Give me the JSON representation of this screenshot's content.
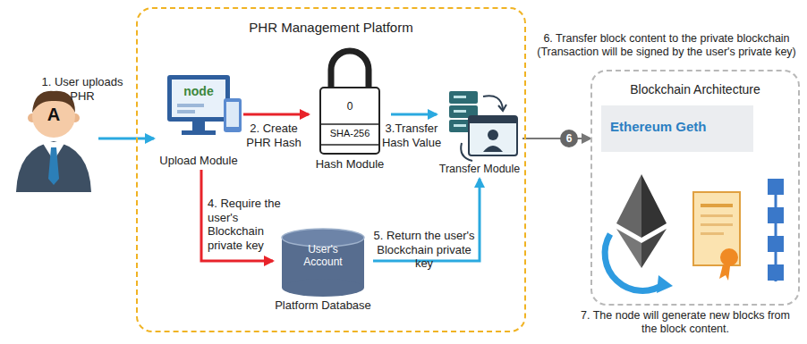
{
  "diagram": {
    "nodes": [
      {
        "text": [
          "A"
        ]
      },
      {
        "text": [
          "PHR Management Platform"
        ]
      },
      {
        "text": [
          "node",
          "Upload Module"
        ],
        "in": 1
      },
      {
        "text": [
          "0",
          "SHA-256",
          "Hash Module"
        ],
        "in": 1
      },
      {
        "text": [
          "Transfer Module"
        ],
        "in": 1
      },
      {
        "text": [
          "User's Account",
          "Platform Database"
        ],
        "in": 1
      },
      {
        "text": [
          "Blockchain Architecture"
        ]
      },
      {
        "text": [
          "Ethereum Geth"
        ],
        "in": 6
      }
    ],
    "edges": [
      {
        "from": 0,
        "to": 2,
        "arrow": "to",
        "label": "1. User uploads PHR"
      },
      {
        "from": 2,
        "to": 3,
        "arrow": "to",
        "label": "2. Create PHR Hash"
      },
      {
        "from": 3,
        "to": 4,
        "arrow": "to",
        "label": "3.Transfer Hash Value"
      },
      {
        "from": 2,
        "to": 5,
        "arrow": "to",
        "label": "4. Require the user's Blockchain private key"
      },
      {
        "from": 5,
        "to": 4,
        "arrow": "to",
        "label": "5. Return the user's Blockchain private key"
      },
      {
        "from": 4,
        "to": 6,
        "arrow": "to",
        "label": "6"
      }
    ],
    "labels": [
      "6. Transfer block content to the private blockchain (Transaction will be signed by the user's private key)",
      "7. The node will generate new blocks from the block content."
    ]
  }
}
